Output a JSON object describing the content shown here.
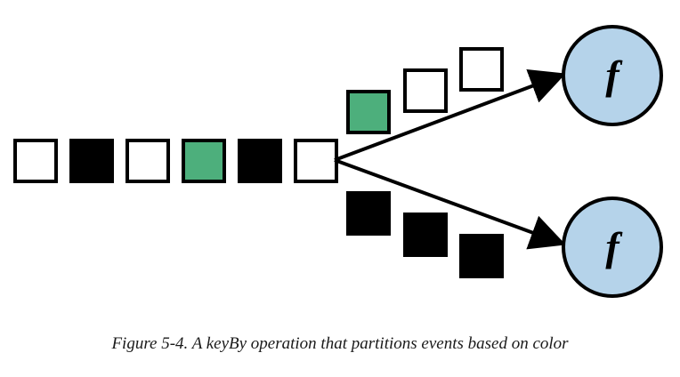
{
  "colors": {
    "white_event": "#ffffff",
    "black_event": "#000000",
    "green_event": "#4daf7c",
    "function_fill": "#b5d3ea",
    "stroke": "#000000"
  },
  "input_stream": {
    "events": [
      "white",
      "black",
      "white",
      "green",
      "black",
      "white"
    ]
  },
  "partitions": [
    {
      "name": "upper",
      "events": [
        "green",
        "white",
        "white"
      ],
      "function_symbol": "f"
    },
    {
      "name": "lower",
      "events": [
        "black",
        "black",
        "black"
      ],
      "function_symbol": "f"
    }
  ],
  "caption": "Figure 5-4. A keyBy operation that partitions events based on color"
}
